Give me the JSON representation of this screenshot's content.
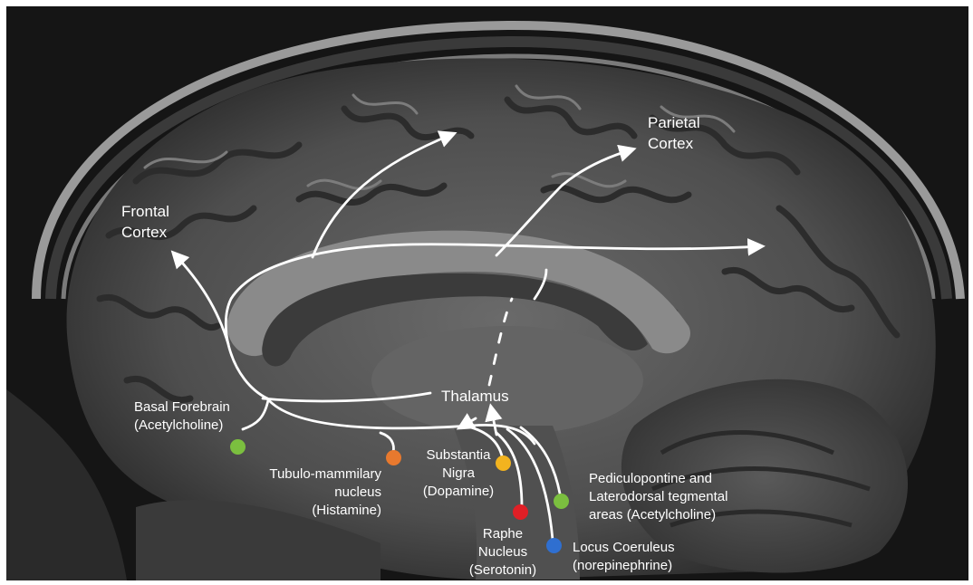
{
  "labels": {
    "frontal_cortex": [
      "Frontal",
      "Cortex"
    ],
    "parietal_cortex": [
      "Parietal",
      "Cortex"
    ],
    "thalamus": "Thalamus",
    "basal_forebrain": [
      "Basal Forebrain",
      "(Acetylcholine)"
    ],
    "tubulo_mammillary": [
      "Tubulo-mammilary",
      "nucleus",
      "(Histamine)"
    ],
    "substantia_nigra": [
      "Substantia",
      "Nigra",
      "(Dopamine)"
    ],
    "raphe_nucleus": [
      "Raphe",
      "Nucleus",
      "(Serotonin)"
    ],
    "locus_coeruleus": [
      "Locus Coeruleus",
      "(norepinephrine)"
    ],
    "pediculopontine": [
      "Pediculopontine and",
      "Laterodorsal tegmental",
      "areas (Acetylcholine)"
    ]
  },
  "nuclei_colors": {
    "basal_forebrain": "#7bbf3f",
    "tubulo_mammillary": "#e8792e",
    "substantia_nigra": "#f2b31f",
    "raphe_nucleus": "#e01f26",
    "locus_coeruleus": "#2f6fd0",
    "pediculopontine": "#7bbf3f"
  },
  "pathway_color": "#ffffff",
  "background": "mri-sagittal-brain"
}
